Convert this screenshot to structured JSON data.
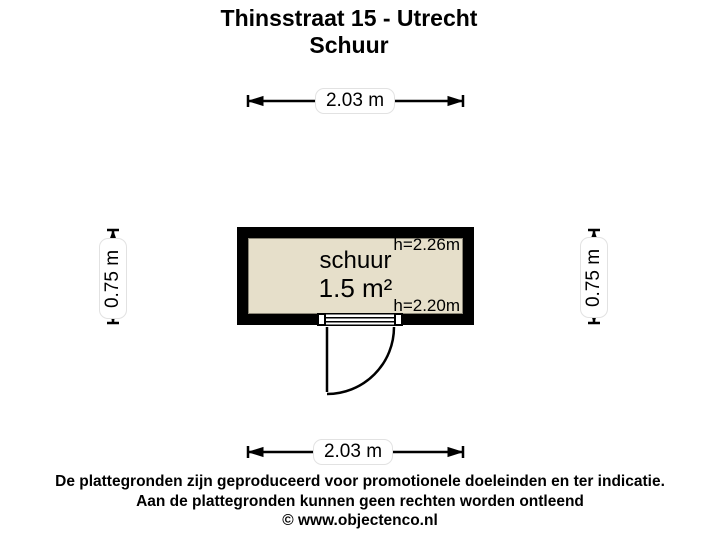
{
  "title": {
    "line1": "Thinsstraat 15 - Utrecht",
    "line2": "Schuur"
  },
  "dimensions": {
    "top": {
      "label": "2.03 m"
    },
    "bottom": {
      "label": "2.03 m"
    },
    "left": {
      "label": "0.75 m"
    },
    "right": {
      "label": "0.75 m"
    }
  },
  "room": {
    "name": "schuur",
    "area": "1.5 m²",
    "ceiling_height_top": "h=2.26m",
    "ceiling_height_bottom": "h=2.20m"
  },
  "footer": {
    "line1": "De plattegronden zijn geproduceerd voor promotionele doeleinden en ter indicatie.",
    "line2": "Aan de plattegronden kunnen geen rechten worden ontleend",
    "line3": "© www.objectenco.nl"
  },
  "colors": {
    "background": "#ffffff",
    "wall": "#000000",
    "floor": "#e6dfca",
    "label_background": "#ffffff",
    "text": "#000000"
  }
}
